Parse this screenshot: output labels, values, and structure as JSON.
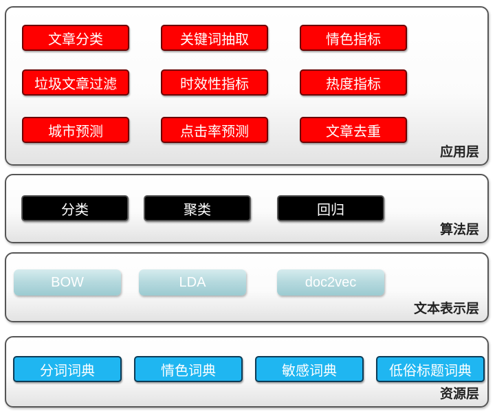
{
  "layers": {
    "application": {
      "label": "应用层",
      "items": [
        "文章分类",
        "关键词抽取",
        "情色指标",
        "垃圾文章过滤",
        "时效性指标",
        "热度指标",
        "城市预测",
        "点击率预测",
        "文章去重"
      ]
    },
    "algorithm": {
      "label": "算法层",
      "items": [
        "分类",
        "聚类",
        "回归"
      ]
    },
    "text_representation": {
      "label": "文本表示层",
      "items": [
        "BOW",
        "LDA",
        "doc2vec"
      ]
    },
    "resource": {
      "label": "资源层",
      "items": [
        "分词词典",
        "情色词典",
        "敏感词典",
        "低俗标题词典"
      ]
    }
  },
  "colors": {
    "application_box": "#ff0000",
    "algorithm_box": "#000000",
    "text_representation_box": "#b7dadf",
    "resource_box": "#1fb6f1"
  }
}
